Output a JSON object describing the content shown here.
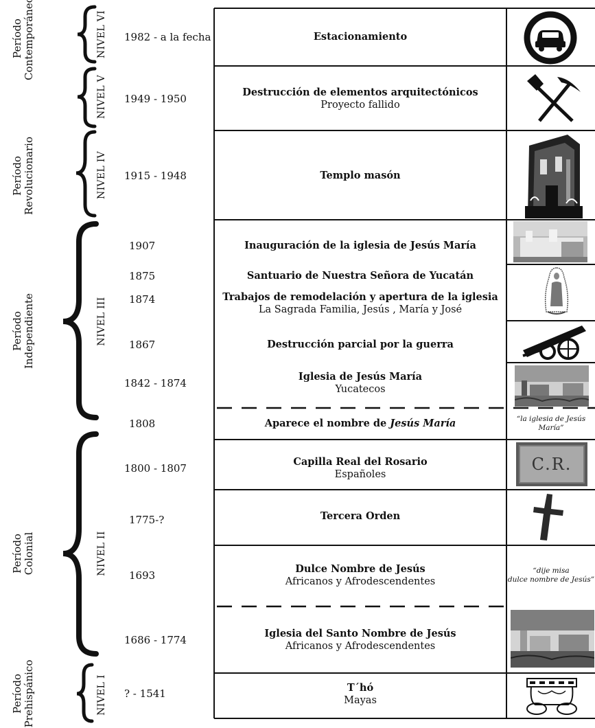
{
  "periods": [
    {
      "line1": "Período",
      "line2": "Contemporáneo"
    },
    {
      "line1": "Período",
      "line2": "Revolucionario"
    },
    {
      "line1": "Período",
      "line2": "Independiente"
    },
    {
      "line1": "Período",
      "line2": "Colonial"
    },
    {
      "line1": "Período",
      "line2": "Prehispánico"
    }
  ],
  "levels": [
    "NIVEL VI",
    "NIVEL V",
    "NIVEL IV",
    "NIVEL III",
    "NIVEL II",
    "NIVEL I"
  ],
  "dates": [
    "1982 - a la fecha",
    "1949 - 1950",
    "1915 - 1948",
    "1907",
    "1875",
    "1874",
    "1867",
    "1842 - 1874",
    "1808",
    "1800 - 1807",
    "1775-?",
    "1693",
    "1686 - 1774",
    "? - 1541"
  ],
  "events": [
    {
      "title": "Estacionamiento",
      "sub": ""
    },
    {
      "title": "Destrucción de elementos arquitectónicos",
      "sub": "Proyecto fallido"
    },
    {
      "title": "Templo masón",
      "sub": ""
    },
    {
      "title": "Inauguración de la iglesia de Jesús María",
      "sub": ""
    },
    {
      "title": "Santuario de Nuestra Señora de Yucatán",
      "sub": ""
    },
    {
      "title": "Trabajos de remodelación y apertura de la iglesia",
      "sub": "La Sagrada Familia, Jesús , María y José"
    },
    {
      "title": "Destrucción parcial por la guerra",
      "sub": ""
    },
    {
      "title": "Iglesia de Jesús María",
      "sub": "Yucatecos"
    },
    {
      "title": "Aparece el nombre de",
      "title_italic": "Jesús María",
      "sub": ""
    },
    {
      "title": "Capilla Real del Rosario",
      "sub": "Españoles"
    },
    {
      "title": "Tercera Orden",
      "sub": ""
    },
    {
      "title": "Dulce Nombre de Jesús",
      "sub": "Africanos y Afrodescendentes"
    },
    {
      "title": "Iglesia del Santo Nombre de Jesús",
      "sub": "Africanos y Afrodescendentes"
    },
    {
      "title": "T´hó",
      "sub": "Mayas"
    }
  ],
  "quotes": {
    "q1808": "“la iglesia de Jesús María”",
    "q1693_line1": "“dije misa",
    "q1693_line2": "dulce nombre de Jesús”"
  },
  "stone_text": "C.R.",
  "icons": [
    "no-parking-car-icon",
    "shovel-pickaxe-icon",
    "masonic-temple-photo",
    "church-photo",
    "virgin-image-icon",
    "cannon-icon",
    "ruined-church-photo",
    "stone-plaque-icon",
    "cross-icon",
    "church-old-photo",
    "maya-vessel-icon"
  ]
}
